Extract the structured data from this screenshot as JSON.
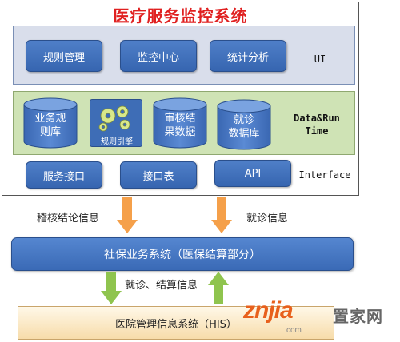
{
  "title": "医疗服务监控系统",
  "ui_layer": {
    "label": "UI",
    "buttons": [
      "规则管理",
      "监控中心",
      "统计分析"
    ]
  },
  "data_layer": {
    "label_line1": "Data&Run",
    "label_line2": "Time",
    "items": {
      "rule_db": [
        "业务规",
        "则库"
      ],
      "rule_engine": "规则引擎",
      "audit_db": [
        "审核结",
        "果数据"
      ],
      "visit_db": [
        "就诊",
        "数据库"
      ]
    }
  },
  "interface_layer": {
    "label": "Interface",
    "buttons": [
      "服务接口",
      "接口表",
      "API"
    ]
  },
  "flows": {
    "audit_result": "稽核结论信息",
    "visit_info": "就诊信息",
    "visit_settle": "就诊、结算信息"
  },
  "social_system": "社保业务系统（医保结算部分）",
  "his_system": "医院管理信息系统（HIS）",
  "watermark": {
    "brand": "znjia",
    "cn": "置家网",
    "domain": "com"
  },
  "colors": {
    "title": "#e02020",
    "button_blue": "#3f70bd",
    "arrow_orange": "#f5a04a",
    "arrow_green": "#8fc44e"
  }
}
